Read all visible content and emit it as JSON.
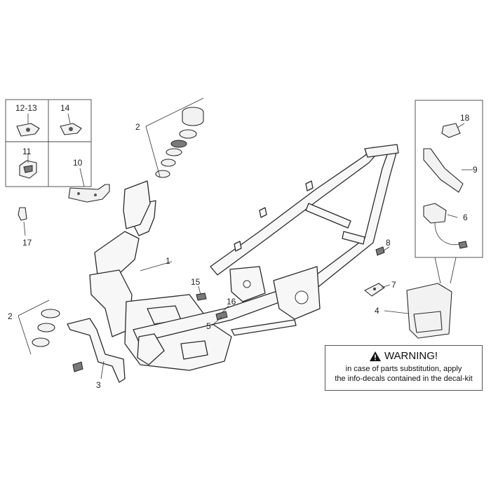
{
  "callouts": {
    "c1": "1",
    "c2a": "2",
    "c2b": "2",
    "c3": "3",
    "c4": "4",
    "c5": "5",
    "c6": "6",
    "c7": "7",
    "c8": "8",
    "c9": "9",
    "c10": "10",
    "c11": "11",
    "c12_13": "12-13",
    "c14": "14",
    "c15": "15",
    "c16": "16",
    "c17": "17",
    "c18": "18"
  },
  "warning": {
    "title": "WARNING!",
    "icon": "warning-triangle-icon",
    "line1": "in case of parts substitution, apply",
    "line2": "the info-decals contained in the decal-kit"
  }
}
